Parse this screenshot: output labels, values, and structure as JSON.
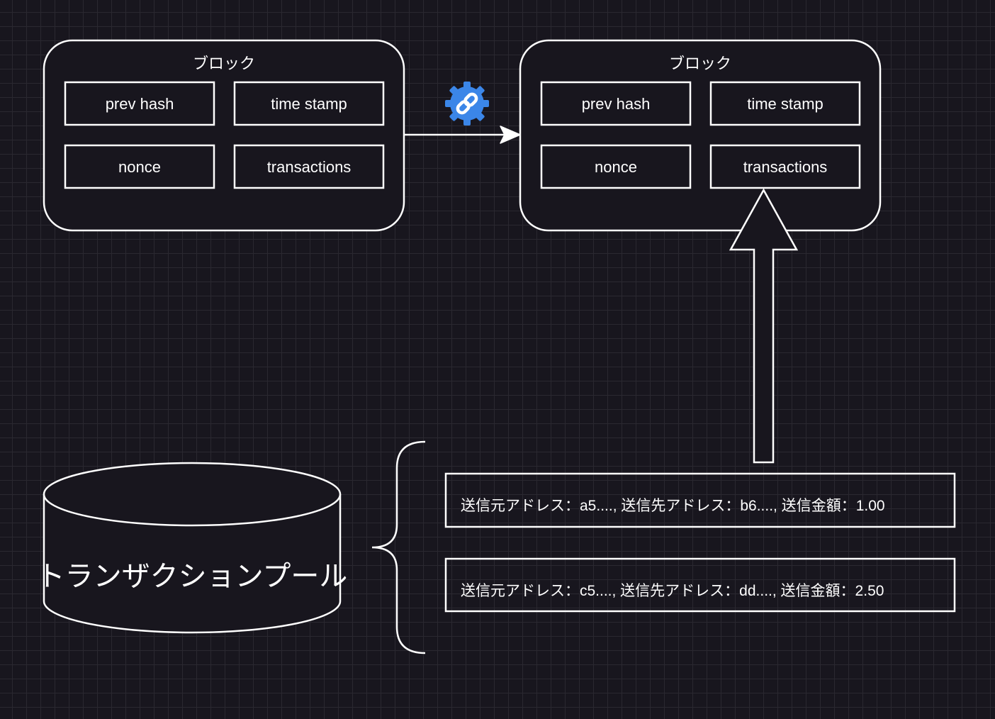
{
  "diagram": {
    "blocks": [
      {
        "title": "ブロック",
        "fields": [
          "prev hash",
          "time stamp",
          "nonce",
          "transactions"
        ]
      },
      {
        "title": "ブロック",
        "fields": [
          "prev hash",
          "time stamp",
          "nonce",
          "transactions"
        ]
      }
    ],
    "link_icon": "gear-chain-link-icon",
    "pool_label": "トランザクションプール",
    "transactions": [
      "送信元アドレス：a5...., 送信先アドレス：b6...., 送信金額：1.00",
      "送信元アドレス：c5...., 送信先アドレス：dd...., 送信金額：2.50"
    ],
    "colors": {
      "background": "#18161e",
      "stroke": "#ffffff",
      "icon": "#3b86e8"
    }
  }
}
